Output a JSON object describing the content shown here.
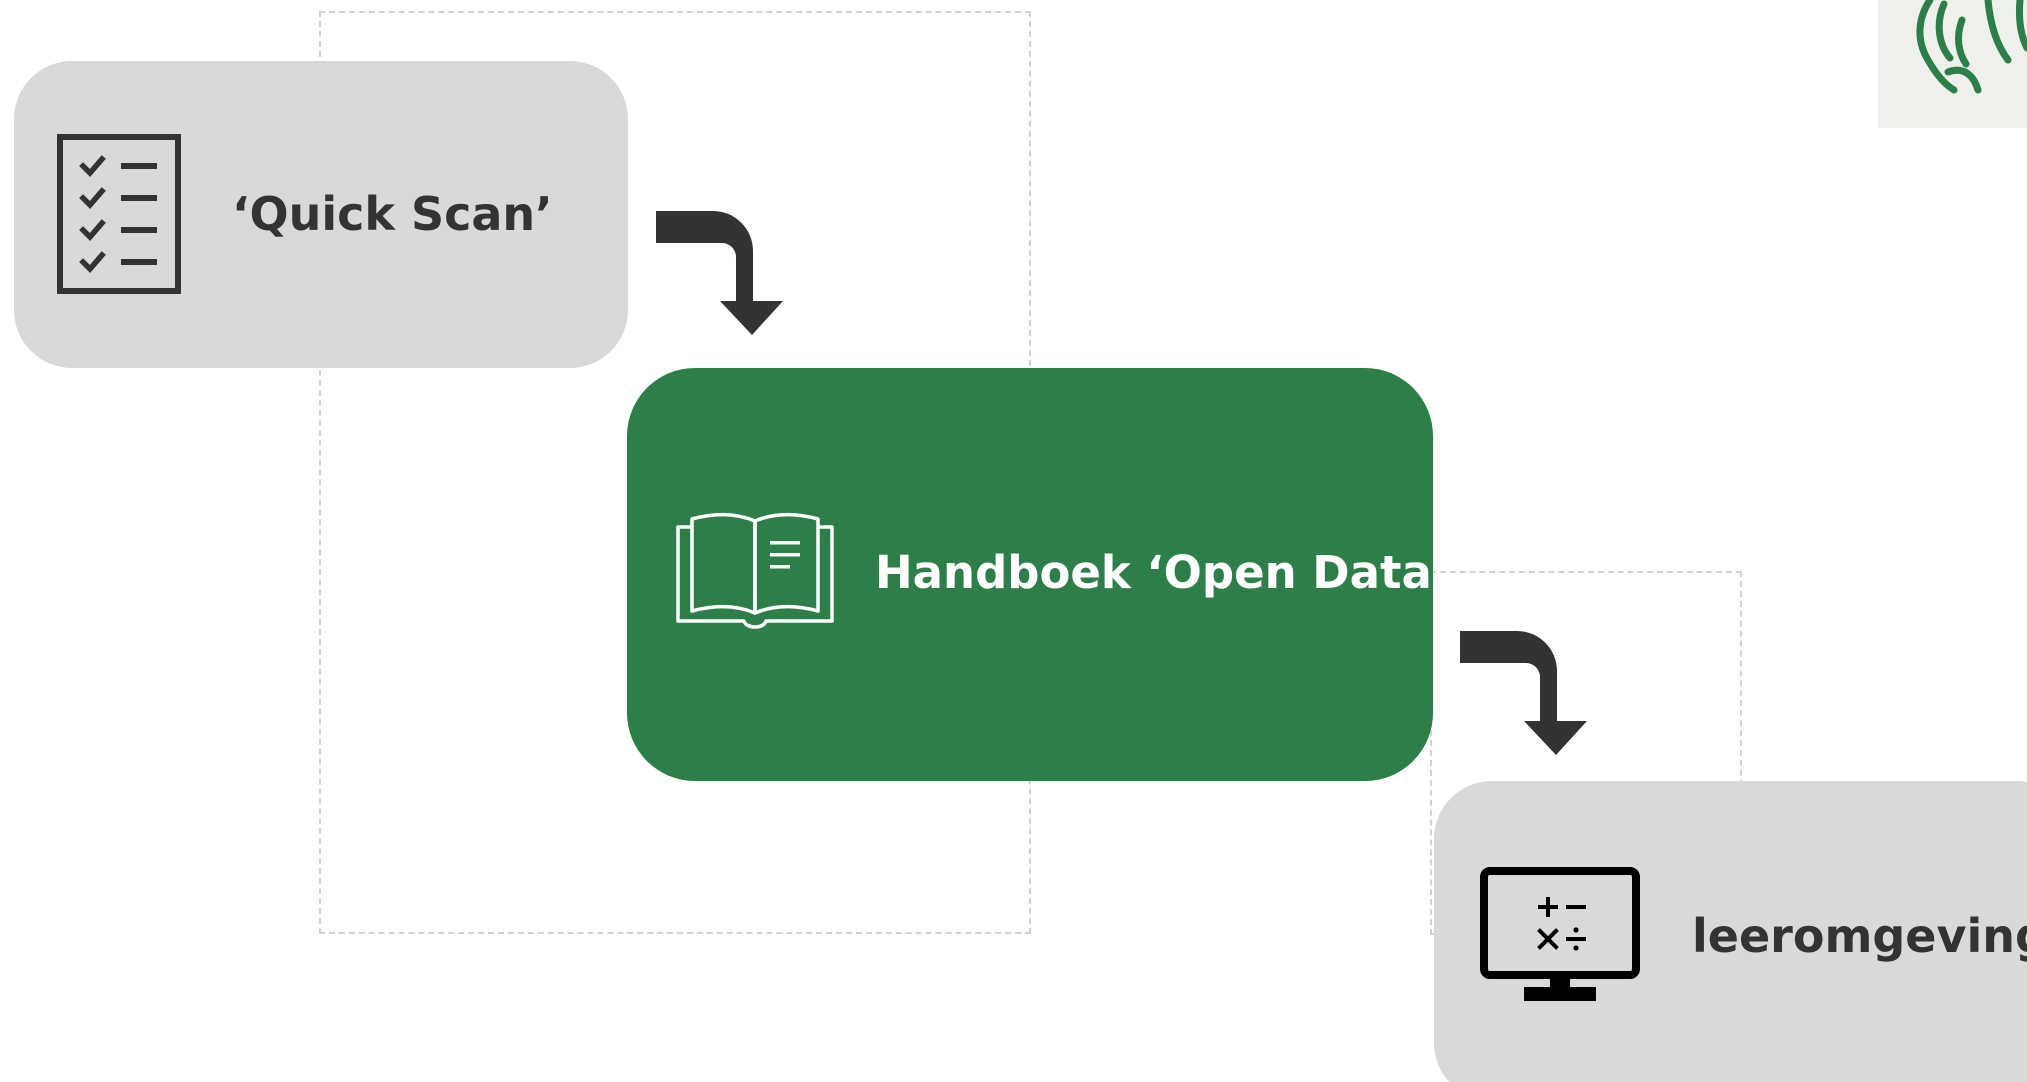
{
  "diagram": {
    "steps": [
      {
        "id": "quick-scan",
        "label": "‘Quick Scan’",
        "icon": "checklist-icon"
      },
      {
        "id": "handboek",
        "label": "Handboek ‘Open Data’",
        "icon": "open-book-icon"
      },
      {
        "id": "leeromgeving",
        "label": "leeromgeving",
        "icon": "monitor-calculator-icon"
      }
    ],
    "connectors": [
      "arrow-right-down-icon",
      "arrow-right-down-icon"
    ],
    "logo": "flemish-lion-logo"
  },
  "colors": {
    "gray_box": "#d9d9d9",
    "green_box": "#2e7e49",
    "dark_text": "#333333",
    "light_text": "#ffffff",
    "arrow": "#333333",
    "dashed_frame": "#d2d2d2",
    "logo_green": "#2e7e49"
  }
}
